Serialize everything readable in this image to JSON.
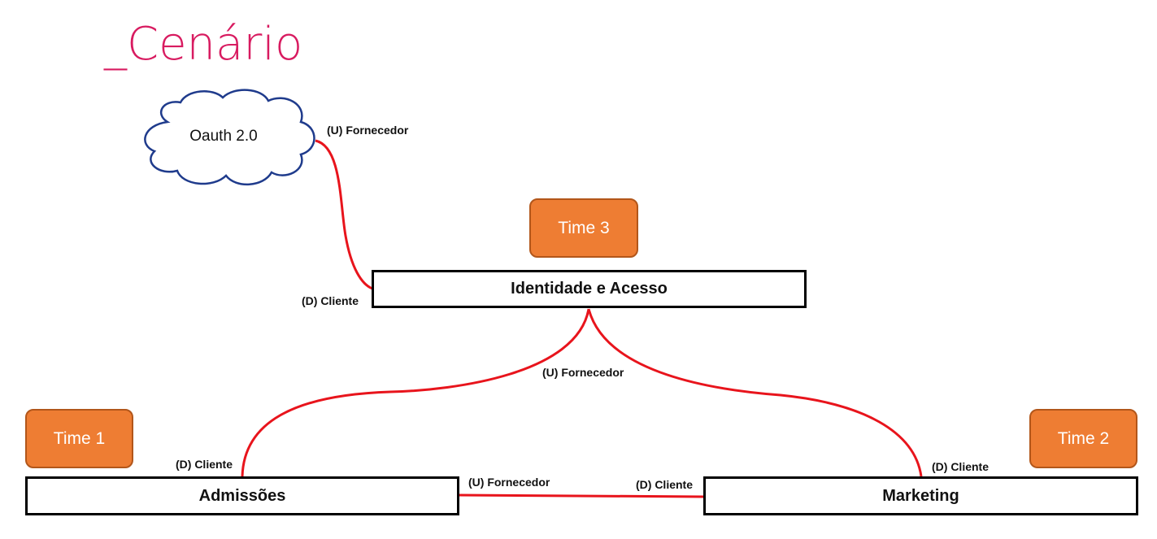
{
  "title": "_Cenário",
  "cloud": {
    "label": "Oauth 2.0"
  },
  "teams": {
    "team1": "Time 1",
    "team2": "Time 2",
    "team3": "Time 3"
  },
  "contexts": {
    "identity": "Identidade e Acesso",
    "admissions": "Admissões",
    "marketing": "Marketing"
  },
  "relations": {
    "oauth_upstream": "(U) Fornecedor",
    "identity_downstream": "(D) Cliente",
    "identity_upstream": "(U) Fornecedor",
    "admissions_downstream": "(D) Cliente",
    "marketing_downstream_top": "(D) Cliente",
    "admissions_upstream": "(U) Fornecedor",
    "marketing_downstream_left": "(D) Cliente"
  },
  "colors": {
    "title": "#d81b60",
    "connector": "#e8141c",
    "team_fill": "#ee7d33",
    "cloud_stroke": "#1f3b8c"
  }
}
